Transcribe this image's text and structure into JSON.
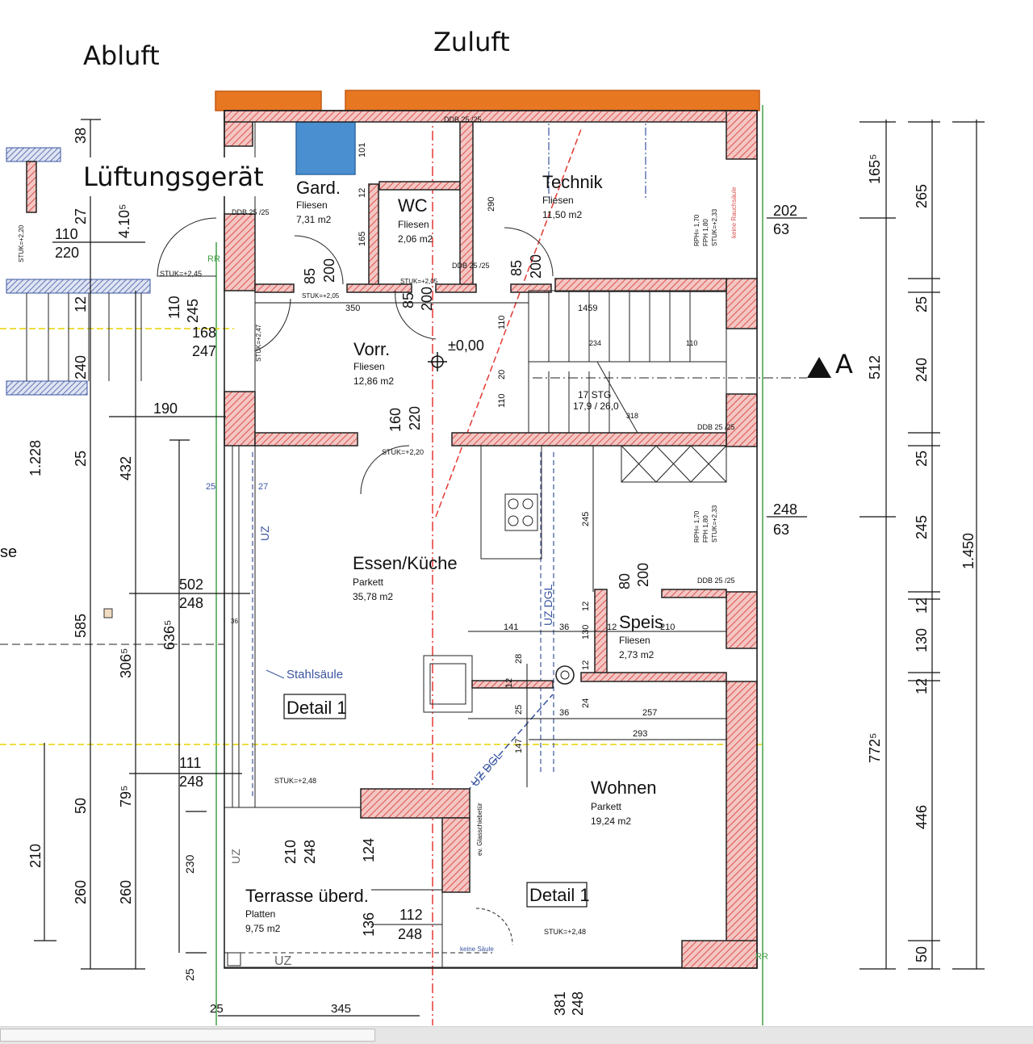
{
  "annotations": {
    "abluft": "Abluft",
    "zuluft": "Zuluft",
    "lueftungsgeraet": "Lüftungsgerät",
    "section_marker": "A"
  },
  "colors": {
    "duct": "#e87722",
    "unit": "#4a8fd0",
    "wall_hatch": "#d9534f",
    "axis_red": "#e53935",
    "axis_green": "#43a047",
    "axis_yellow": "#e6d400",
    "blue_line": "#3a55a0"
  },
  "rooms": [
    {
      "name": "Gard.",
      "material": "Fliesen",
      "area": "7,31 m2"
    },
    {
      "name": "WC",
      "material": "Fliesen",
      "area": "2,06 m2"
    },
    {
      "name": "Technik",
      "material": "Fliesen",
      "area": "11,50 m2"
    },
    {
      "name": "Vorr.",
      "material": "Fliesen",
      "area": "12,86 m2"
    },
    {
      "name": "Essen/Küche",
      "material": "Parkett",
      "area": "35,78 m2"
    },
    {
      "name": "Speis",
      "name_suffix": "210",
      "material": "Fliesen",
      "area": "2,73 m2"
    },
    {
      "name": "Wohnen",
      "material": "Parkett",
      "area": "19,24 m2"
    },
    {
      "name": "Terrasse überd.",
      "material": "Platten",
      "area": "9,75 m2"
    }
  ],
  "labels": {
    "level": "±0,00",
    "detail_1a": "Detail 1",
    "detail_1b": "Detail 1",
    "stahlsaeule": "Stahlsäule",
    "uz_dgl_1": "UZ DGL",
    "uz_dgl_2": "UZ DGL",
    "uz_1": "UZ",
    "uz_2": "UZ",
    "uz_3": "UZ",
    "stairs": "17 STG",
    "stairs_sub": "17,9 / 26,0",
    "ddb1": "DDB 25 /25",
    "ddb2": "DDB 25 /25",
    "ddb3": "DDB 25 /25",
    "ddb4": "DDB 25 /25",
    "ddb5": "DDB 25 /25",
    "stuk_245": "STUK=+2,45",
    "stuk_205a": "STUK=+2,05",
    "stuk_205b": "STUK=+2,05",
    "stuk_220": "STUK=+2,20",
    "stuk_248a": "STUK=+2,48",
    "stuk_248b": "STUK=+2,48",
    "stuk_247": "STUK=+2,47",
    "stuk_220v": "STUK=+2,20",
    "rph1": "RPH= 1,70",
    "fph1": "FPH 1,80",
    "stuk233a": "STUK=+2,33",
    "rph2": "RPH= 1,70",
    "fph2": "FPH 1,80",
    "stuk233b": "STUK=+2,33",
    "keine_rauchsaeule": "keine Rauchsäule",
    "keine_saeule": "keine Säule",
    "glasschiebetuer": "ev. Glasschiebetür",
    "rr1": "RR",
    "rr2": "RR",
    "se": "se"
  },
  "dims_right": {
    "col1": [
      "165⁵",
      "512",
      "772⁵"
    ],
    "col2": [
      "265",
      "25",
      "240",
      "25",
      "245",
      "12",
      "130",
      "12",
      "446",
      "50"
    ],
    "col3": [
      "1.450"
    ],
    "openings": [
      [
        "202",
        "63"
      ],
      [
        "248",
        "63"
      ]
    ]
  },
  "dims_left": {
    "a": [
      "38",
      "27",
      "4.10⁵",
      "12",
      "240",
      "25",
      "432",
      "585",
      "306⁵",
      "636⁵",
      "50",
      "79⁵",
      "260",
      "260",
      "210",
      "230",
      "25",
      "1.228"
    ],
    "pairs": [
      [
        "110",
        "220"
      ],
      [
        "110",
        "245"
      ],
      [
        "168",
        "247"
      ],
      [
        "190",
        ""
      ],
      [
        "502",
        "248"
      ],
      [
        "111",
        "248"
      ],
      [
        "25",
        "27"
      ]
    ]
  },
  "dims_inner": {
    "v1": [
      "101",
      "12",
      "165",
      "290",
      "85",
      "200",
      "85",
      "200",
      "85",
      "200",
      "110",
      "20",
      "110",
      "160",
      "220",
      "245",
      "80",
      "200",
      "12",
      "130",
      "12",
      "28",
      "12",
      "25",
      "147",
      "24",
      "124",
      "136",
      "210",
      "248",
      "381",
      "248"
    ],
    "h1": [
      "350",
      "1459",
      "234",
      "110",
      "318",
      "141",
      "36",
      "12",
      "36",
      "257",
      "293",
      "112",
      "248",
      "345",
      "25",
      "36"
    ]
  }
}
